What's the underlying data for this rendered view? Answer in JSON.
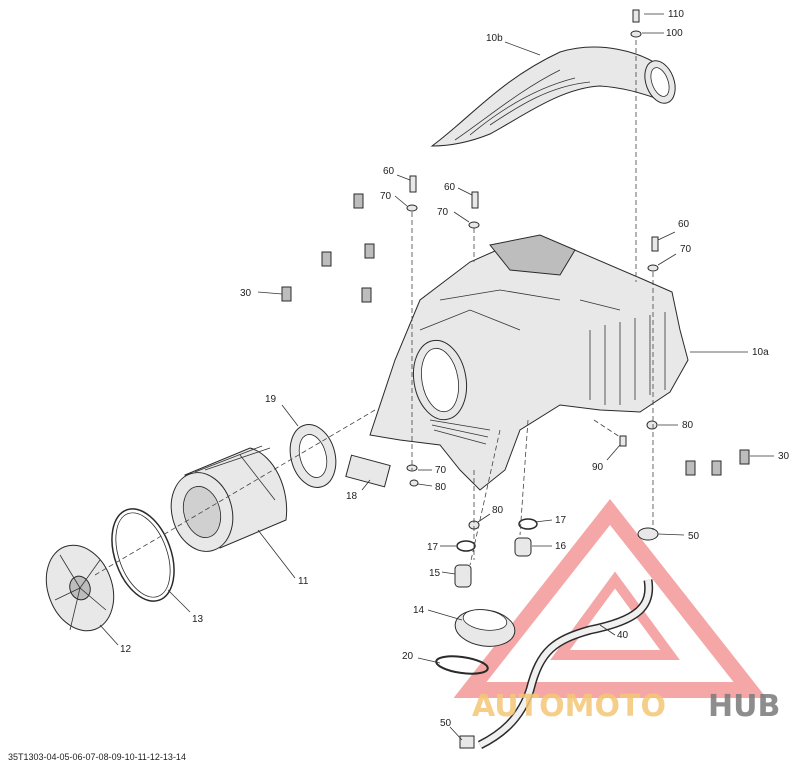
{
  "reference_code": "35T1303-04-05-06-07-08-09-10-11-12-13-14",
  "callouts": {
    "c110": "110",
    "c100": "100",
    "c10b": "10b",
    "c60a": "60",
    "c70a": "70",
    "c60b": "60",
    "c70b": "70",
    "c60c": "60",
    "c70c": "70",
    "c30a": "30",
    "c10a": "10a",
    "c19": "19",
    "c80a": "80",
    "c30b": "30",
    "c90": "90",
    "c70d": "70",
    "c80b": "80",
    "c18": "18",
    "c80c": "80",
    "c17a": "17",
    "c17b": "17",
    "c16": "16",
    "c50a": "50",
    "c15": "15",
    "c11": "11",
    "c13": "13",
    "c14": "14",
    "c40": "40",
    "c12": "12",
    "c20": "20",
    "c50b": "50"
  },
  "watermark": {
    "part1": "AUTOMOTO",
    "part2": "HUB",
    "color_red": "#f28a8a",
    "color_orange": "#f4c776",
    "color_gray": "#7a7a7a"
  }
}
